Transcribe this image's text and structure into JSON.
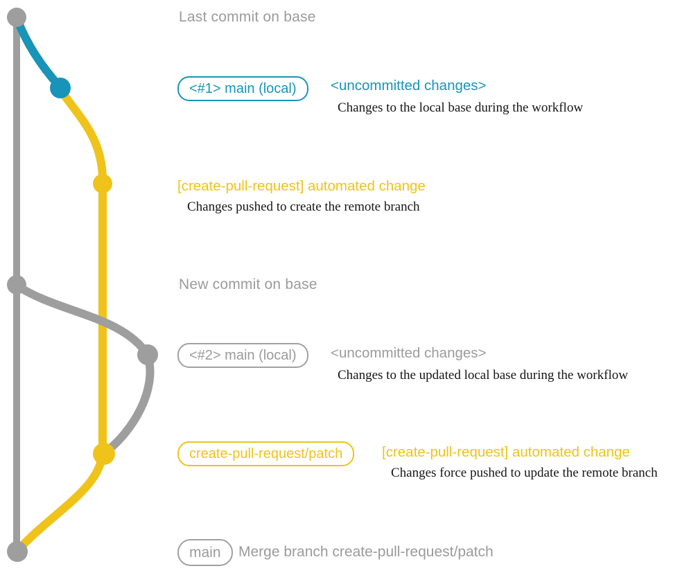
{
  "colors": {
    "gray": "#9e9e9e",
    "teal": "#1794b8",
    "yellow": "#efc319",
    "label_gray": "#9b9b9b",
    "desc_text": "#161616"
  },
  "milestones": {
    "last_commit": "Last commit on base",
    "new_commit": "New commit on base"
  },
  "rows": {
    "row1": {
      "badge": "<#1> main (local)",
      "title": "<uncommitted changes>",
      "description": "Changes to the local base during the workflow"
    },
    "row2": {
      "title": "[create-pull-request] automated change",
      "description": "Changes pushed to create the remote branch"
    },
    "row3": {
      "badge": "<#2> main (local)",
      "title": "<uncommitted changes>",
      "description": "Changes to the updated local base during the workflow"
    },
    "row4": {
      "badge": "create-pull-request/patch",
      "title": "[create-pull-request] automated change",
      "description": "Changes force pushed to update the remote branch"
    },
    "row5": {
      "badge": "main",
      "title": "Merge branch create-pull-request/patch"
    }
  },
  "graph": {
    "commits": [
      {
        "id": "last-commit-on-base",
        "color": "gray"
      },
      {
        "id": "main-local-1",
        "color": "teal"
      },
      {
        "id": "automated-change-1",
        "color": "yellow"
      },
      {
        "id": "new-commit-on-base",
        "color": "gray"
      },
      {
        "id": "main-local-2",
        "color": "gray"
      },
      {
        "id": "automated-change-2",
        "color": "yellow"
      },
      {
        "id": "merge-commit",
        "color": "gray"
      }
    ]
  }
}
